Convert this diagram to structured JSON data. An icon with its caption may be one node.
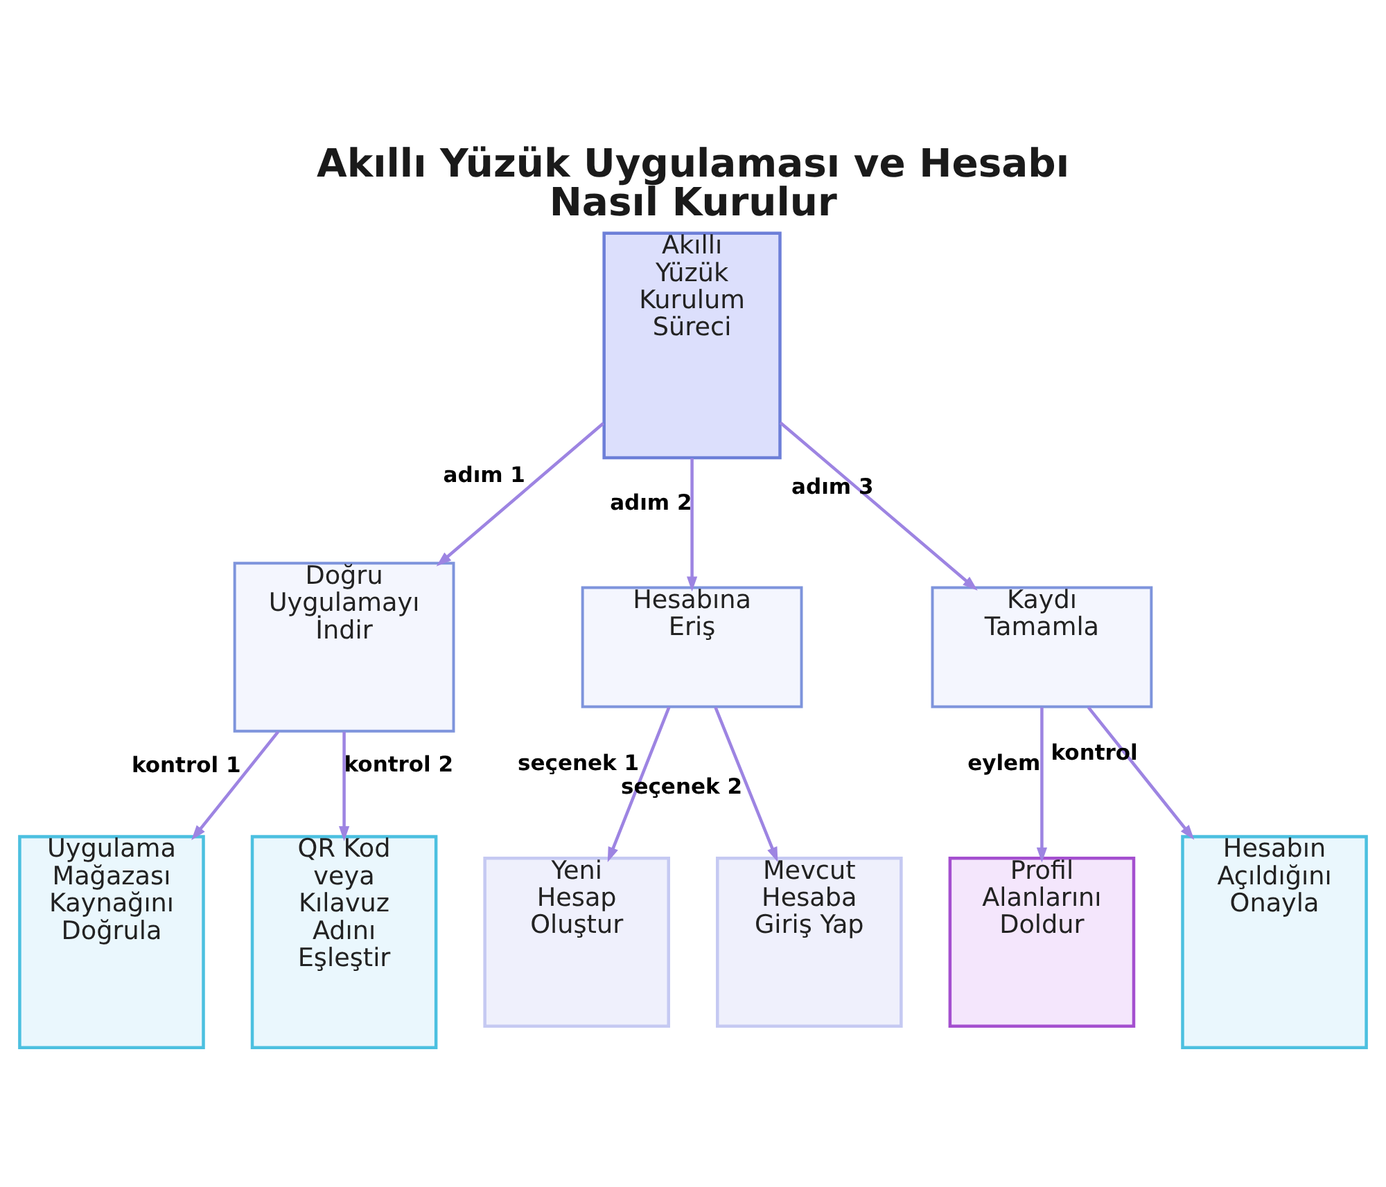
{
  "diagram": {
    "title": "Akıllı Yüzük Uygulaması ve Hesabı Nasıl Kurulur",
    "nodes": [
      {
        "text": [
          "Akıllı Yüzük Kurulum Süreci"
        ]
      },
      {
        "text": [
          "Doğru Uygulamayı İndir"
        ]
      },
      {
        "text": [
          "Hesabına Eriş"
        ]
      },
      {
        "text": [
          "Kaydı Tamamla"
        ]
      },
      {
        "text": [
          "Uygulama Mağazası Kaynağını Doğrula"
        ]
      },
      {
        "text": [
          "QR Kod veya Kılavuz Adını Eşleştir"
        ]
      },
      {
        "text": [
          "Yeni Hesap Oluştur"
        ]
      },
      {
        "text": [
          "Mevcut Hesaba Giriş Yap"
        ]
      },
      {
        "text": [
          "Profil Alanlarını Doldur"
        ]
      },
      {
        "text": [
          "Hesabın Açıldığını Onayla"
        ]
      }
    ],
    "edges": [
      {
        "from": 0,
        "to": 1,
        "arrow": "to",
        "label": "adım 1"
      },
      {
        "from": 0,
        "to": 2,
        "arrow": "to",
        "label": "adım 2"
      },
      {
        "from": 0,
        "to": 3,
        "arrow": "to",
        "label": "adım 3"
      },
      {
        "from": 1,
        "to": 4,
        "arrow": "to",
        "label": "kontrol 1"
      },
      {
        "from": 1,
        "to": 5,
        "arrow": "to",
        "label": "kontrol 2"
      },
      {
        "from": 2,
        "to": 6,
        "arrow": "to",
        "label": "seçenek 1"
      },
      {
        "from": 2,
        "to": 7,
        "arrow": "to",
        "label": "seçenek 2"
      },
      {
        "from": 3,
        "to": 8,
        "arrow": "to",
        "label": "eylem"
      },
      {
        "from": 3,
        "to": 9,
        "arrow": "to",
        "label": "kontrol"
      }
    ]
  }
}
